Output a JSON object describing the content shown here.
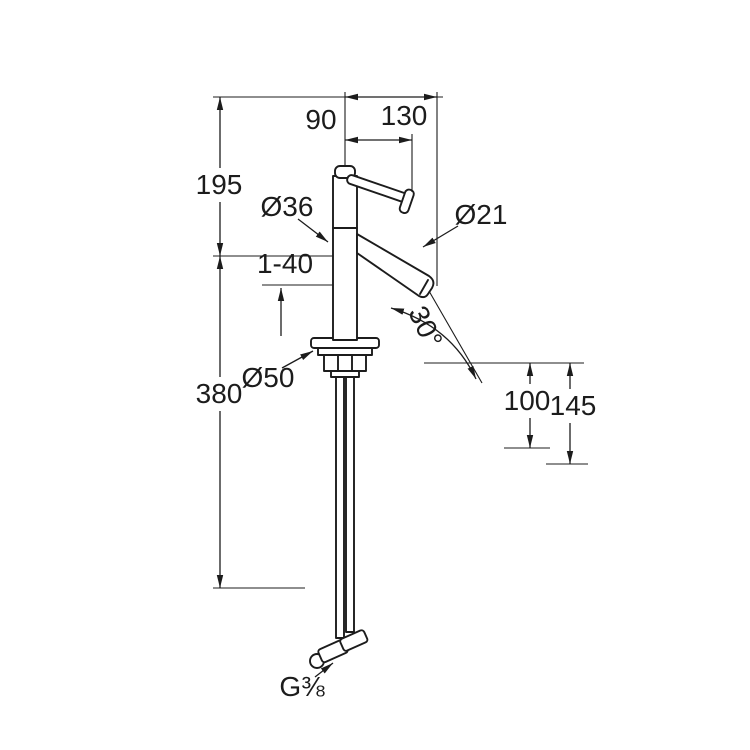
{
  "drawing": {
    "description": "Technical dimensional drawing of a single-lever tall basin mixer faucet",
    "background_color": "#ffffff",
    "line_color": "#1c1c1c",
    "dimensions": {
      "upper_height": "195",
      "lower_height": "380",
      "handle_reach": "90",
      "spout_reach": "130",
      "body_diameter": "Ø36",
      "spout_diameter": "Ø21",
      "clamping_range": "1-40",
      "base_diameter": "Ø50",
      "spout_angle": "30°",
      "outlet_height_min": "100",
      "outlet_height_max": "145",
      "connection_thread": "G⅜"
    }
  }
}
